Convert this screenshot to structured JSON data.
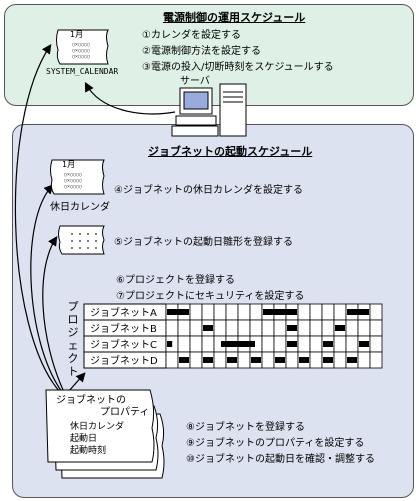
{
  "top_section": {
    "title": "電源制御の運用スケジュール",
    "steps": [
      "①カレンダを設定する",
      "②電源制御方法を設定する",
      "③電源の投入/切断時刻をスケジュールする"
    ],
    "calendar_month": "1月",
    "calendar_label": "SYSTEM_CALENDAR",
    "server_label": "サーバ"
  },
  "bottom_section": {
    "title": "ジョブネットの起動スケジュール",
    "calendar_month": "1月",
    "calendar_label": "休日カレンダ",
    "step4": "④ジョブネットの休日カレンダを設定する",
    "step5": "⑤ジョブネットの起動日雛形を登録する",
    "step6": "⑥プロジェクトを登録する",
    "step7": "⑦プロジェクトにセキュリティを設定する",
    "project_label": "プロジェクト",
    "jobnets": [
      {
        "name": "ジョブネットA",
        "blocks": [
          [
            0,
            2
          ],
          [
            8,
            11
          ],
          [
            15,
            17
          ]
        ]
      },
      {
        "name": "ジョブネットB",
        "blocks": [
          [
            3,
            4
          ],
          [
            10,
            11
          ],
          [
            14,
            15
          ]
        ]
      },
      {
        "name": "ジョブネットC",
        "blocks": [
          [
            0,
            0.6
          ],
          [
            4.5,
            7.5
          ],
          [
            10,
            11
          ],
          [
            13,
            14
          ],
          [
            16,
            17
          ]
        ]
      },
      {
        "name": "ジョブネットD",
        "blocks": [
          [
            1,
            2
          ],
          [
            3,
            4
          ],
          [
            5,
            6
          ],
          [
            7,
            8
          ],
          [
            9,
            10
          ],
          [
            11,
            12
          ],
          [
            13,
            14
          ],
          [
            15,
            16
          ]
        ]
      }
    ],
    "gantt_columns": 18,
    "properties_title": "ジョブネットの\nプロパティ",
    "properties_title_1": "ジョブネットの",
    "properties_title_2": "プロパティ",
    "properties_items": [
      "休日カレンダ",
      "起動日",
      "起動時刻"
    ],
    "step8": "⑧ジョブネットを登録する",
    "step9": "⑨ジョブネットのプロパティを設定する",
    "step10": "⑩ジョブネットの起動日を確認・調整する"
  }
}
